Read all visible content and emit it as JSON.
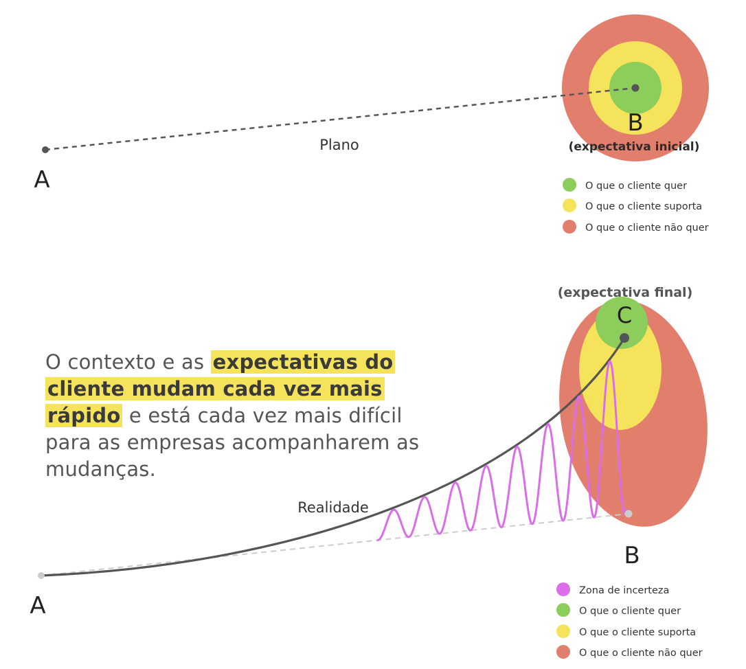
{
  "top": {
    "point_a": "A",
    "point_b": "B",
    "path_label": "Plano",
    "target_caption": "(expectativa inicial)",
    "legend": [
      {
        "label": "O que o cliente quer",
        "color": "#8ccd5b"
      },
      {
        "label": "O que o cliente suporta",
        "color": "#f5e35c"
      },
      {
        "label": "O que o cliente não quer",
        "color": "#e17f6c"
      }
    ]
  },
  "bottom": {
    "point_a": "A",
    "point_b": "B",
    "point_c": "C",
    "path_label": "Realidade",
    "target_caption": "(expectativa final)",
    "paragraph": {
      "lead": "O contexto e as ",
      "highlight_1": "expectativas do",
      "highlight_2": "cliente mudam cada vez mais",
      "highlight_3": "rápido",
      "tail": " e está cada vez mais difícil para as empresas acompanharem as mudanças."
    },
    "legend": [
      {
        "label": "Zona de incerteza",
        "color": "#da6de8"
      },
      {
        "label": "O que o cliente quer",
        "color": "#8ccd5b"
      },
      {
        "label": "O que o cliente suporta",
        "color": "#f5e35c"
      },
      {
        "label": "O que o cliente não quer",
        "color": "#e17f6c"
      }
    ]
  },
  "colors": {
    "line_dark": "#555555",
    "line_light": "#cccccc",
    "uncertainty": "#da6de8",
    "green": "#8ccd5b",
    "yellow": "#f5e35c",
    "red": "#e17f6c"
  }
}
